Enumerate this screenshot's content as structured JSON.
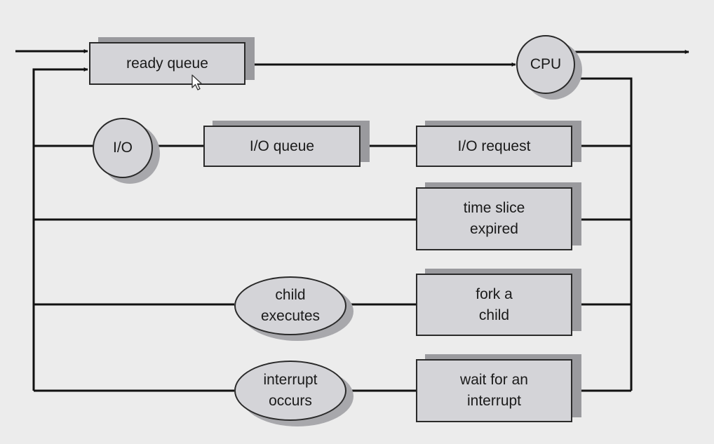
{
  "diagram": {
    "nodes": {
      "ready_queue": "ready queue",
      "cpu": "CPU",
      "io": "I/O",
      "io_queue": "I/O queue",
      "io_request": "I/O request",
      "time_slice": "time slice\nexpired",
      "fork_child": "fork a\nchild",
      "child_executes": "child\nexecutes",
      "wait_interrupt": "wait for an\ninterrupt",
      "interrupt_occurs": "interrupt\noccurs"
    },
    "edges": [
      [
        "entry",
        "ready_queue"
      ],
      [
        "ready_queue",
        "cpu"
      ],
      [
        "cpu",
        "exit"
      ],
      [
        "cpu",
        "io_request"
      ],
      [
        "io_request",
        "io_queue"
      ],
      [
        "io_queue",
        "io"
      ],
      [
        "io",
        "ready_queue"
      ],
      [
        "cpu",
        "time_slice"
      ],
      [
        "time_slice",
        "ready_queue"
      ],
      [
        "cpu",
        "fork_child"
      ],
      [
        "fork_child",
        "child_executes"
      ],
      [
        "child_executes",
        "ready_queue"
      ],
      [
        "cpu",
        "wait_interrupt"
      ],
      [
        "wait_interrupt",
        "interrupt_occurs"
      ],
      [
        "interrupt_occurs",
        "ready_queue"
      ]
    ],
    "colors": {
      "background": "#ececec",
      "node_fill": "#d4d4d8",
      "node_shadow": "#9a9a9e",
      "line": "#111111"
    }
  }
}
